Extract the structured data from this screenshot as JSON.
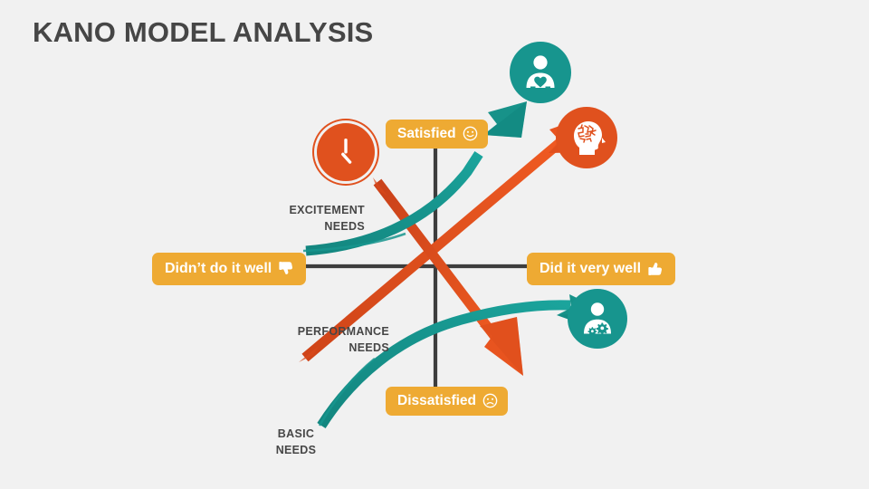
{
  "page": {
    "title": "KANO MODEL ANALYSIS",
    "background_color": "#f1f1f1",
    "title_color": "#464646"
  },
  "colors": {
    "teal": "#17958e",
    "orange": "#e0511e",
    "amber": "#eeaa33",
    "axis": "#3d3d3d",
    "text": "#464646"
  },
  "axes": {
    "vertical_label_top": "Satisfied",
    "vertical_label_bottom": "Dissatisfied",
    "horizontal_label_left": "Didn’t do it well",
    "horizontal_label_right": "Did it very well"
  },
  "badges": [
    {
      "id": "satisfied",
      "label": "Satisfied",
      "icon": "smiley-face-icon",
      "color": "#eeaa33"
    },
    {
      "id": "dissatisfied",
      "label": "Dissatisfied",
      "icon": "frowning-face-icon",
      "color": "#eeaa33"
    },
    {
      "id": "didnt",
      "label": "Didn’t do it well",
      "icon": "thumbs-down-icon",
      "color": "#eeaa33"
    },
    {
      "id": "didwell",
      "label": "Did it very well",
      "icon": "thumbs-up-icon",
      "color": "#eeaa33"
    }
  ],
  "needs": [
    {
      "id": "excitement",
      "line1": "EXCITEMENT",
      "line2": "NEEDS",
      "curve_color": "#17958e",
      "curve_type": "exciter-curve-rising"
    },
    {
      "id": "performance",
      "line1": "PERFORMANCE",
      "line2": "NEEDS",
      "curve_color": "#e0511e",
      "curve_type": "linear-diagonal"
    },
    {
      "id": "basic",
      "line1": "BASIC",
      "line2": "NEEDS",
      "curve_color": "#17958e",
      "curve_type": "basic-curve-saturating"
    }
  ],
  "icons": [
    {
      "id": "heart",
      "name": "person-with-heart-icon",
      "circle_color": "#17958e",
      "meaning": "delight"
    },
    {
      "id": "brain",
      "name": "head-with-brain-icon",
      "circle_color": "#e0511e",
      "meaning": "performance"
    },
    {
      "id": "gears",
      "name": "person-with-gears-icon",
      "circle_color": "#17958e",
      "meaning": "basic function"
    },
    {
      "id": "clock",
      "name": "clock-icon",
      "circle_color": "#e0511e",
      "meaning": "time"
    }
  ]
}
